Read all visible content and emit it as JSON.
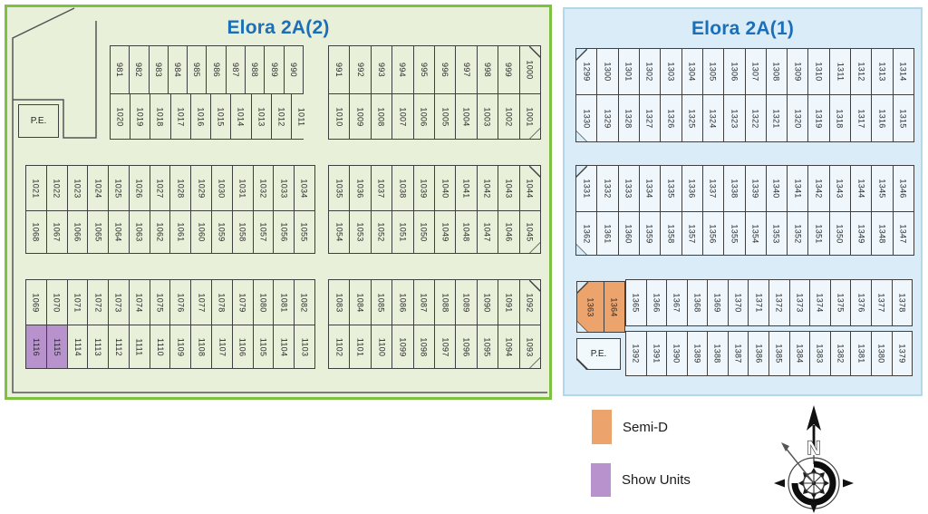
{
  "map": {
    "panels": [
      {
        "id": "elora-2a2",
        "title": "Elora 2A(2)",
        "pe_label": "P.E.",
        "blocks": {
          "a": [
            [
              "981",
              "982",
              "983",
              "984",
              "985",
              "986",
              "987",
              "988",
              "989",
              "990"
            ],
            [
              "1020",
              "1019",
              "1018",
              "1017",
              "1016",
              "1015",
              "1014",
              "1013",
              "1012",
              "1011"
            ]
          ],
          "b": [
            [
              "991",
              "992",
              "993",
              "994",
              "995",
              "996",
              "997",
              "998",
              "999",
              "1000"
            ],
            [
              "1010",
              "1009",
              "1008",
              "1007",
              "1006",
              "1005",
              "1004",
              "1003",
              "1002",
              "1001"
            ]
          ],
          "c": [
            [
              "1021",
              "1022",
              "1023",
              "1024",
              "1025",
              "1026",
              "1027",
              "1028",
              "1029",
              "1030",
              "1031",
              "1032",
              "1033",
              "1034"
            ],
            [
              "1068",
              "1067",
              "1066",
              "1065",
              "1064",
              "1063",
              "1062",
              "1061",
              "1060",
              "1059",
              "1058",
              "1057",
              "1056",
              "1055"
            ]
          ],
          "d": [
            [
              "1035",
              "1036",
              "1037",
              "1038",
              "1039",
              "1040",
              "1041",
              "1042",
              "1043",
              "1044"
            ],
            [
              "1054",
              "1053",
              "1052",
              "1051",
              "1050",
              "1049",
              "1048",
              "1047",
              "1046",
              "1045"
            ]
          ],
          "e": [
            [
              "1069",
              "1070",
              "1071",
              "1072",
              "1073",
              "1074",
              "1075",
              "1076",
              "1077",
              "1078",
              "1079",
              "1080",
              "1081",
              "1082"
            ],
            [
              "1116",
              "1115",
              "1114",
              "1113",
              "1112",
              "1111",
              "1110",
              "1109",
              "1108",
              "1107",
              "1106",
              "1105",
              "1104",
              "1103"
            ]
          ],
          "f": [
            [
              "1083",
              "1084",
              "1085",
              "1086",
              "1087",
              "1088",
              "1089",
              "1090",
              "1091",
              "1092"
            ],
            [
              "1102",
              "1101",
              "1100",
              "1099",
              "1098",
              "1097",
              "1096",
              "1095",
              "1094",
              "1093"
            ]
          ]
        }
      },
      {
        "id": "elora-2a1",
        "title": "Elora 2A(1)",
        "pe_label": "P.E.",
        "blocks": {
          "g": [
            [
              "1299",
              "1300",
              "1301",
              "1302",
              "1303",
              "1304",
              "1305",
              "1306",
              "1307",
              "1308",
              "1309",
              "1310",
              "1311",
              "1312",
              "1313",
              "1314"
            ],
            [
              "1330",
              "1329",
              "1328",
              "1327",
              "1326",
              "1325",
              "1324",
              "1323",
              "1322",
              "1321",
              "1320",
              "1319",
              "1318",
              "1317",
              "1316",
              "1315"
            ]
          ],
          "h": [
            [
              "1331",
              "1332",
              "1333",
              "1334",
              "1335",
              "1336",
              "1337",
              "1338",
              "1339",
              "1340",
              "1341",
              "1342",
              "1343",
              "1344",
              "1345",
              "1346"
            ],
            [
              "1362",
              "1361",
              "1360",
              "1359",
              "1358",
              "1357",
              "1356",
              "1355",
              "1354",
              "1353",
              "1352",
              "1351",
              "1350",
              "1349",
              "1348",
              "1347"
            ]
          ],
          "i_orange": [
            [
              "1363",
              "1364"
            ]
          ],
          "i_top": [
            [
              "1365",
              "1366",
              "1367",
              "1368",
              "1369",
              "1370",
              "1371",
              "1372",
              "1373",
              "1374",
              "1375",
              "1376",
              "1377",
              "1378"
            ]
          ],
          "i_bottom": [
            [
              "1392",
              "1391",
              "1390",
              "1389",
              "1388",
              "1387",
              "1386",
              "1385",
              "1384",
              "1383",
              "1382",
              "1381",
              "1380",
              "1379"
            ]
          ]
        }
      }
    ],
    "unit_types": {
      "semi_d": [
        "1363",
        "1364"
      ],
      "show_units": [
        "1116",
        "1115"
      ]
    }
  },
  "legend": {
    "items": [
      {
        "label": "Semi-D",
        "type": "semi_d"
      },
      {
        "label": "Show Units",
        "type": "show_units"
      }
    ]
  },
  "compass": {
    "north_label": "N"
  },
  "colors": {
    "panel2_bg": "#e9f0da",
    "panel2_border": "#7cc142",
    "panel1_bg": "#d9ecf7",
    "panel1_border": "#b2d8ea",
    "title_text": "#1b6fb8",
    "semi_d": "#eda46c",
    "show_units": "#b792cc",
    "outline": "#3f3f3f"
  }
}
